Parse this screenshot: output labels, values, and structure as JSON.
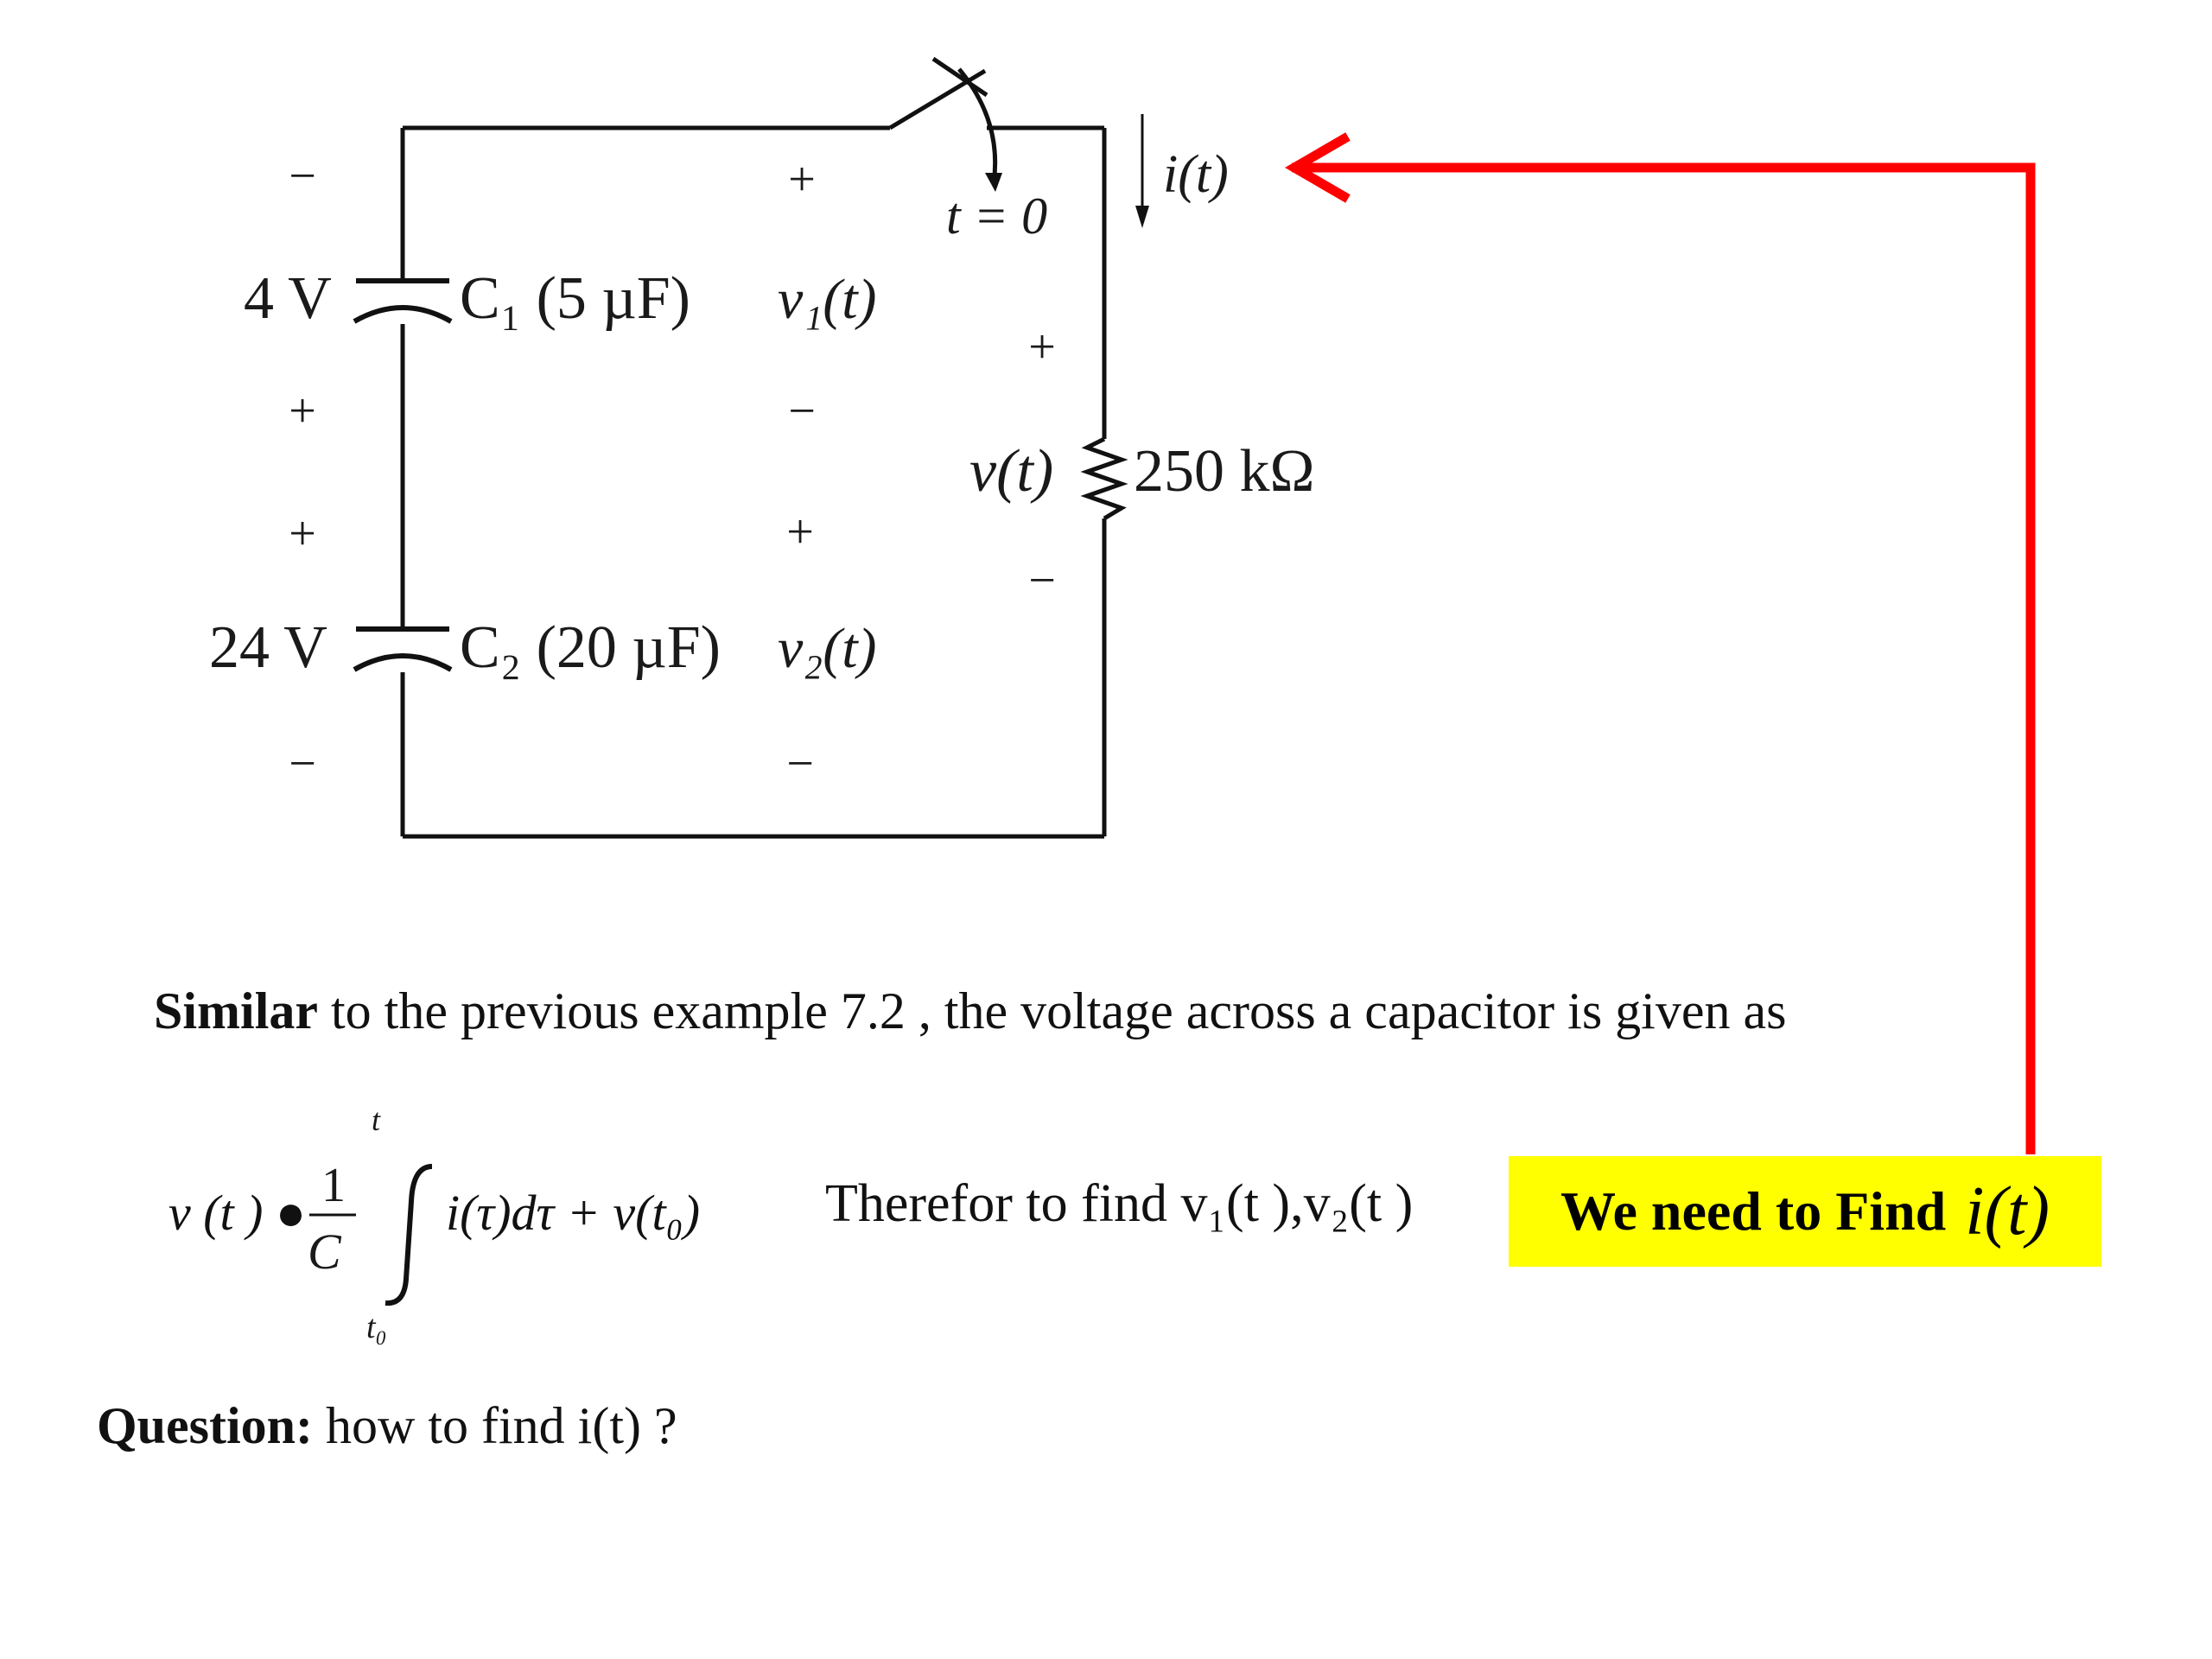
{
  "circuit": {
    "c1_voltage": "4 V",
    "c1_label": "C₁ (5 µF)",
    "v1_label": "v₁(t)",
    "c2_voltage": "24 V",
    "c2_label": "C₂ (20 µF)",
    "v2_label": "v₂(t)",
    "switch_label": "t = 0",
    "current_label": "i(t)",
    "resistor_voltage": "v(t)",
    "resistor_label": "250 kΩ",
    "plus": "+",
    "minus": "−"
  },
  "text": {
    "similar_bold": "Similar",
    "similar_rest": " to the previous example 7.2 , the voltage across a capacitor is given as",
    "formula_lhs": "v (t ) ●",
    "formula_one": "1",
    "formula_c": "C",
    "formula_upper": "t",
    "formula_lower": "t₀",
    "formula_body": "i(τ)dτ + v(t₀)",
    "therefor": "Therefor to find  v₁(t ),v₂(t )",
    "question_bold": "Question:",
    "question_rest": " how to find i(t) ?"
  },
  "callout": {
    "text": "We need to Find",
    "symbol": "i(t)"
  },
  "colors": {
    "arrow": "#ff0000",
    "callout_bg": "#ffff00",
    "wire": "#111111"
  }
}
